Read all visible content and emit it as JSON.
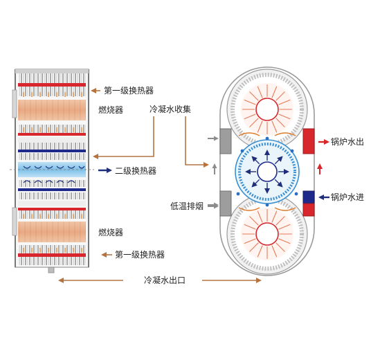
{
  "labels": {
    "first_stage_hx_top": "第一级换热器",
    "burner_top": "燃烧器",
    "condensate_collection": "冷凝水收集",
    "second_stage_hx": "二级换热器",
    "burner_bottom": "燃烧器",
    "first_stage_hx_bottom": "第一级换热器",
    "condensate_outlet": "冷凝水出口",
    "boiler_water_out": "锅炉水出",
    "low_temp_flue": "低温排烟",
    "boiler_water_in": "锅炉水进"
  },
  "colors": {
    "arrow_orange": "#b5733f",
    "arrow_navy": "#1f2e7a",
    "hot_red": "#d7262c",
    "cool_blue": "#3a8fd0",
    "pipe_navy": "#1d2a8c",
    "flame_peach": "#e9b28e",
    "gray": "#8c8c8c"
  }
}
